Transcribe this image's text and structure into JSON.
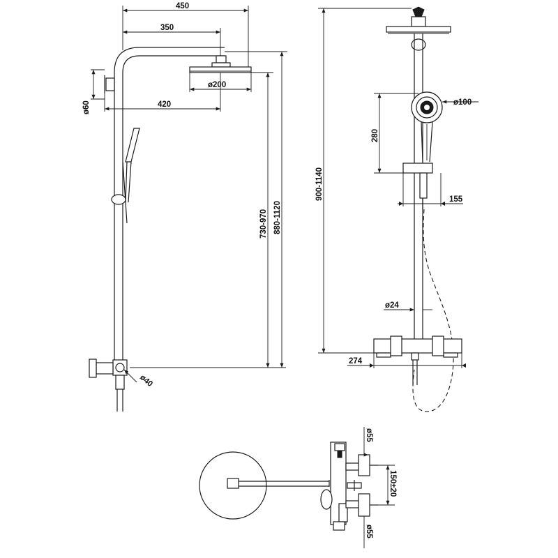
{
  "side_view": {
    "dim_width_overall": "450",
    "dim_arm_length": "350",
    "dim_head_diameter": "ø200",
    "dim_wall_bracket_diameter": "ø60",
    "dim_arm_projection": "420",
    "dim_height_range": "730-970",
    "dim_total_height": "880-1120",
    "dim_inlet_diameter": "ø40"
  },
  "front_view": {
    "dim_overall_height": "900-1140",
    "dim_hand_shower_diameter": "ø100",
    "dim_slider_height": "280",
    "dim_slider_projection": "155",
    "dim_riser_diameter": "ø24",
    "dim_mixer_projection": "274"
  },
  "top_view": {
    "dim_inlet_top": "ø55",
    "dim_inlet_centers": "150±20",
    "dim_inlet_bottom": "ø55"
  }
}
